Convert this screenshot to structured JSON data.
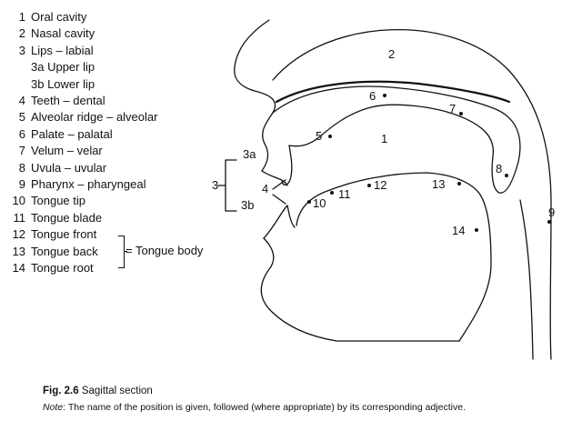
{
  "legend": [
    {
      "num": "1",
      "text": "Oral cavity"
    },
    {
      "num": "2",
      "text": "Nasal cavity"
    },
    {
      "num": "3",
      "text": "Lips – labial"
    },
    {
      "num": "",
      "text": "3a  Upper lip"
    },
    {
      "num": "",
      "text": "3b  Lower lip"
    },
    {
      "num": "4",
      "text": "Teeth – dental"
    },
    {
      "num": "5",
      "text": "Alveolar ridge – alveolar"
    },
    {
      "num": "6",
      "text": "Palate – palatal"
    },
    {
      "num": "7",
      "text": "Velum – velar"
    },
    {
      "num": "8",
      "text": "Uvula – uvular"
    },
    {
      "num": "9",
      "text": "Pharynx – pharyngeal"
    },
    {
      "num": "10",
      "text": "Tongue tip"
    },
    {
      "num": "11",
      "text": "Tongue blade"
    },
    {
      "num": "12",
      "text": "Tongue front"
    },
    {
      "num": "13",
      "text": "Tongue back"
    },
    {
      "num": "14",
      "text": "Tongue root"
    }
  ],
  "tongue_body_note": "= Tongue body",
  "diagram_labels": {
    "l1": "1",
    "l2": "2",
    "l3": "3",
    "l3a": "3a",
    "l3b": "3b",
    "l4": "4",
    "l5": "5",
    "l6": "6",
    "l7": "7",
    "l8": "8",
    "l9": "9",
    "l10": "10",
    "l11": "11",
    "l12": "12",
    "l13": "13",
    "l14": "14"
  },
  "caption": {
    "fig": "Fig. 2.6",
    "title": "Sagittal section"
  },
  "note": {
    "prefix": "Note",
    "text": ": The name of the position is given, followed (where appropriate) by its corresponding adjective."
  }
}
